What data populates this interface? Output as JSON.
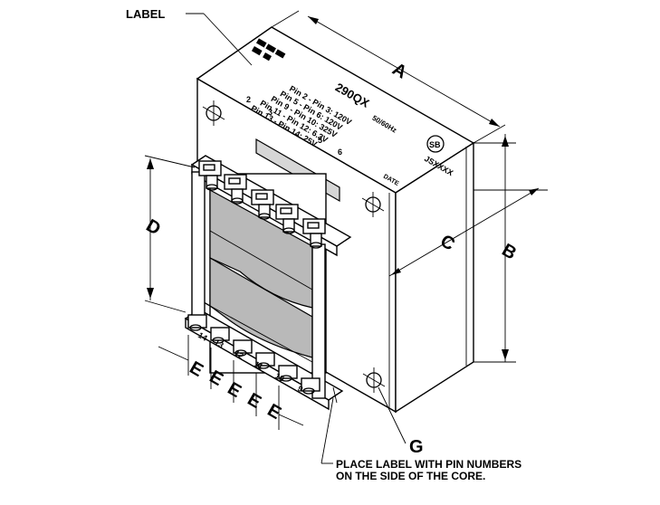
{
  "callouts": {
    "label": "LABEL",
    "dim_a": "A",
    "dim_b": "B",
    "dim_c": "C",
    "dim_d": "D",
    "dim_e": "E",
    "dim_g": "G"
  },
  "label_plate": {
    "model": "290QX",
    "frequency": "50/60Hz",
    "pin_lines": [
      "Pin 2 - Pin 3: 120V",
      "Pin 5 - Pin 6: 120V",
      "Pin 9 - Pin 10: 325V",
      "Pin 11 - Pin 12: 6.3V",
      "Pin 13 - Pin 14: 25V"
    ],
    "pin_numbers": [
      "2",
      "3",
      "5",
      "6"
    ],
    "code": "JSXXXX",
    "date": "DATE"
  },
  "bottom_pins": [
    "14",
    "13",
    "12",
    "11",
    "10",
    "9"
  ],
  "note_lines": [
    "PLACE LABEL WITH PIN NUMBERS",
    "ON THE SIDE OF THE CORE."
  ]
}
